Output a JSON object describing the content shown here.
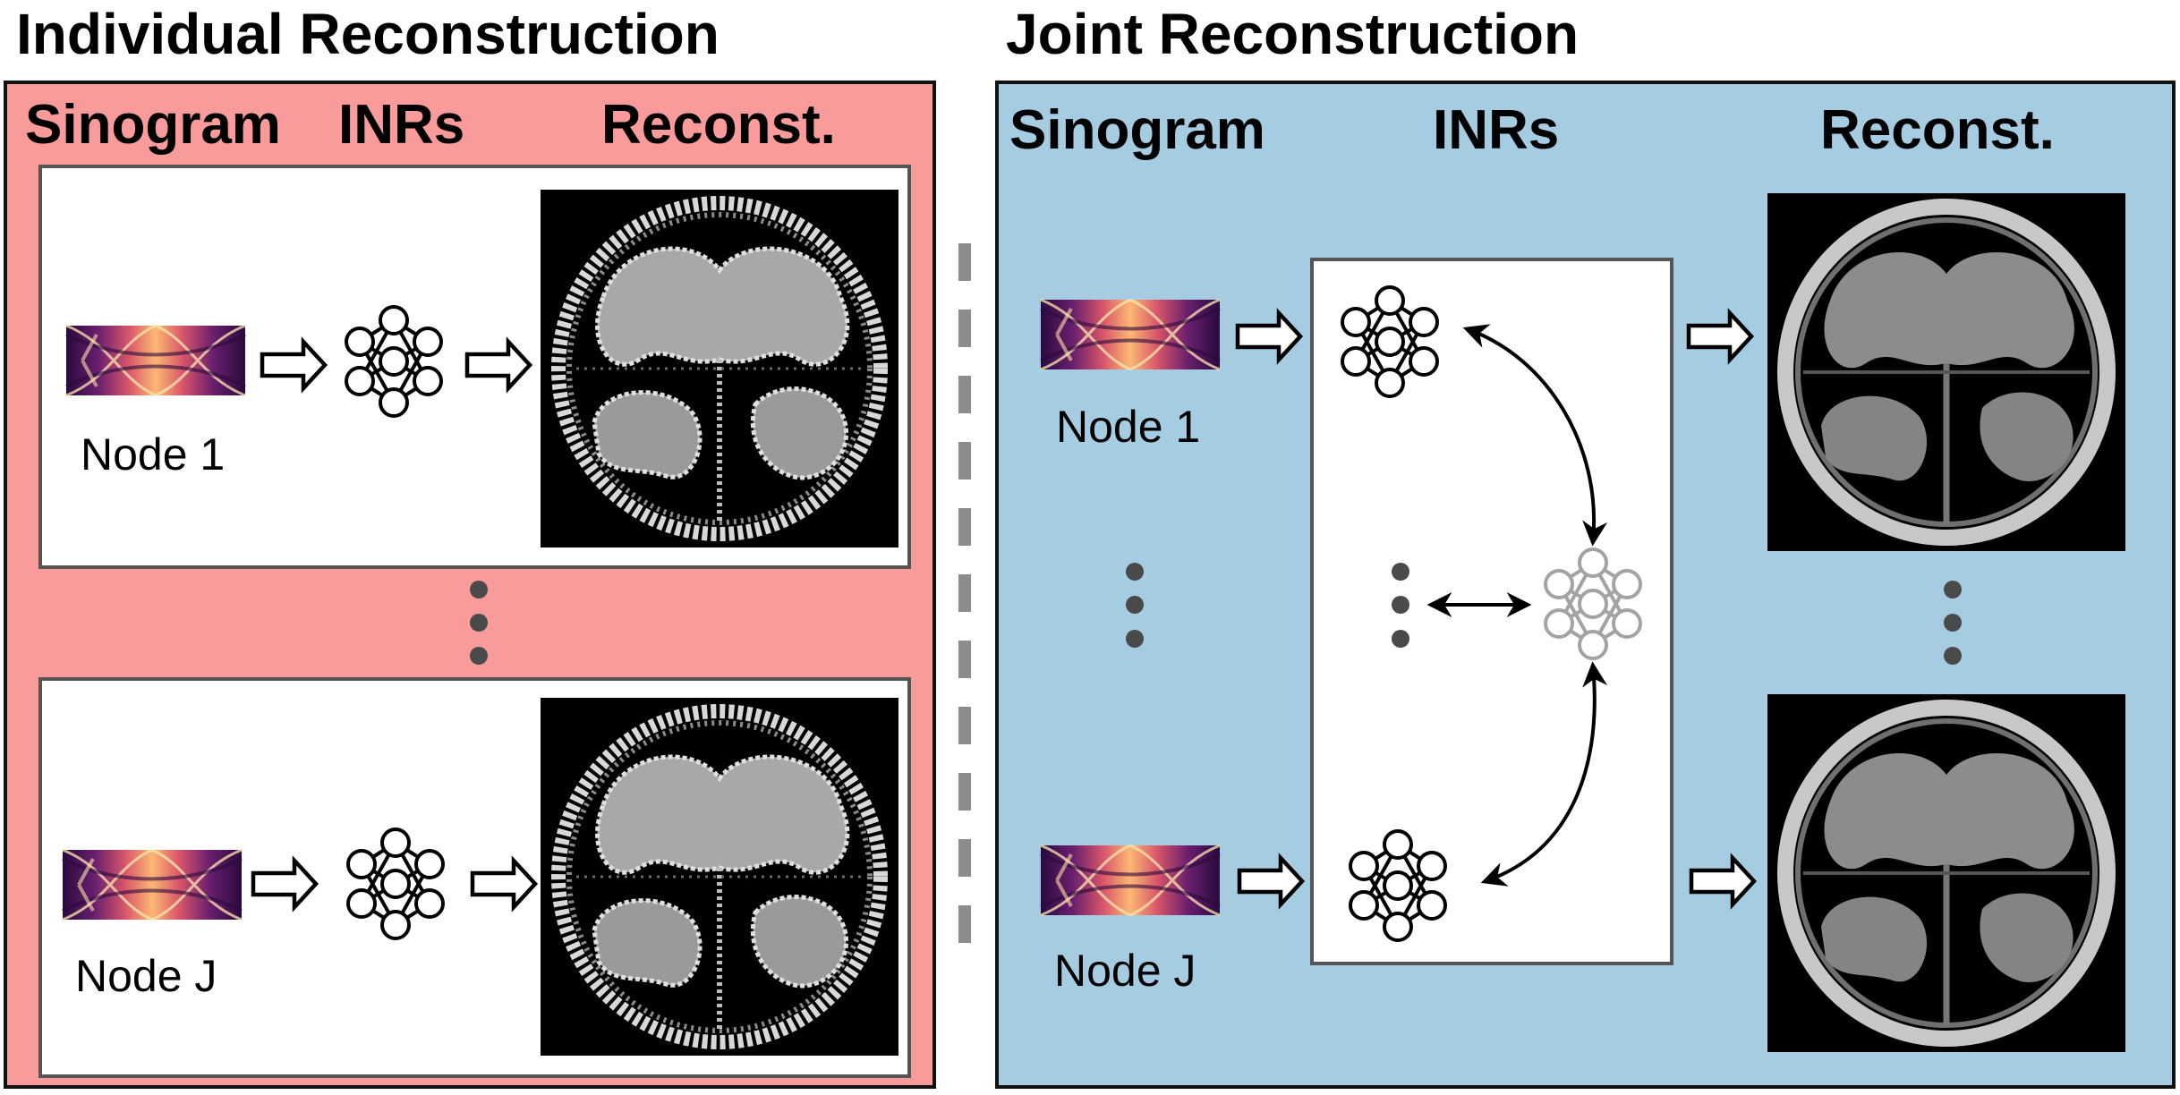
{
  "left": {
    "title": "Individual Reconstruction",
    "col_sinogram": "Sinogram",
    "col_inrs": "INRs",
    "col_reconst": "Reconst.",
    "node_first": "Node 1",
    "node_last": "Node J"
  },
  "right": {
    "title": "Joint Reconstruction",
    "col_sinogram": "Sinogram",
    "col_inrs": "INRs",
    "col_reconst": "Reconst.",
    "node_first": "Node 1",
    "node_last": "Node J"
  },
  "colors": {
    "left_panel": "#f99b9a",
    "right_panel": "#a6cce2",
    "shared_network": "#a3a3a3"
  }
}
